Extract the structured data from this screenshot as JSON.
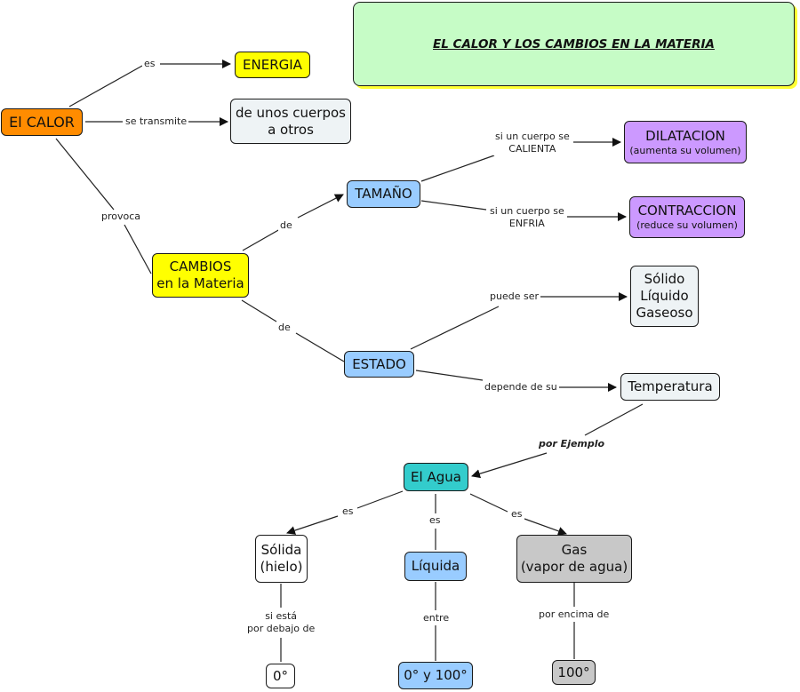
{
  "title": "EL CALOR Y LOS CAMBIOS EN LA MATERIA",
  "colors": {
    "orange": "#ff8c00",
    "yellow": "#ffff00",
    "light_gray_blue": "#eef3f5",
    "blue": "#99ccff",
    "purple": "#cc99ff",
    "teal": "#33cccc",
    "gray": "#c8c8c8",
    "white": "#ffffff",
    "title_bg": "#c6fcc6",
    "title_shadow": "#ffff33"
  },
  "nodes": {
    "calor": {
      "line1": "El CALOR"
    },
    "energia": {
      "line1": "ENERGIA"
    },
    "cuerpos": {
      "line1": "de unos cuerpos",
      "line2": "a otros"
    },
    "cambios": {
      "line1": "CAMBIOS",
      "line2": "en la Materia"
    },
    "tamano": {
      "line1": "TAMAÑO"
    },
    "estado": {
      "line1": "ESTADO"
    },
    "dilatacion": {
      "line1": "DILATACION",
      "line2": "(aumenta su volumen)"
    },
    "contraccion": {
      "line1": "CONTRACCION",
      "line2": "(reduce su volumen)"
    },
    "estados": {
      "line1": "Sólido",
      "line2": "Líquido",
      "line3": "Gaseoso"
    },
    "temperatura": {
      "line1": "Temperatura"
    },
    "agua": {
      "line1": "El Agua"
    },
    "solida": {
      "line1": "Sólida",
      "line2": "(hielo)"
    },
    "liquida": {
      "line1": "Líquida"
    },
    "gas": {
      "line1": "Gas",
      "line2": "(vapor de agua)"
    },
    "cero": {
      "line1": "0°"
    },
    "entre": {
      "line1": "0° y 100°"
    },
    "cien": {
      "line1": "100°"
    }
  },
  "links": {
    "es_energia": "es",
    "se_transmite": "se transmite",
    "provoca": "provoca",
    "de_tamano": "de",
    "de_estado": "de",
    "calienta": {
      "line1": "si un cuerpo se",
      "line2": "CALIENTA"
    },
    "enfria": {
      "line1": "si un cuerpo se",
      "line2": "ENFRIA"
    },
    "puede_ser": "puede ser",
    "depende": "depende de su",
    "por_ejemplo": "por Ejemplo",
    "es_solida": "es",
    "es_liquida": "es",
    "es_gas": "es",
    "debajo": {
      "line1": "si está",
      "line2": "por debajo de"
    },
    "entre": "entre",
    "encima": "por encima de"
  }
}
